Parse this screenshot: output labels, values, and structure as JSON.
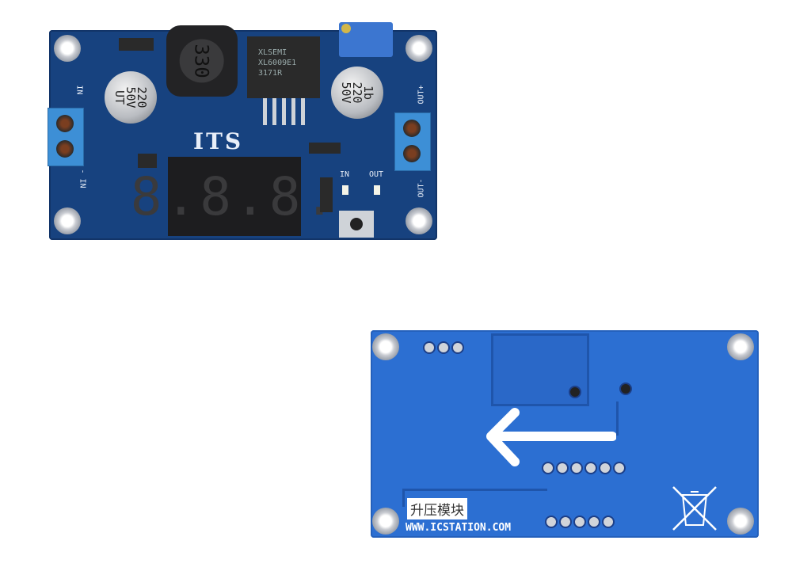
{
  "front": {
    "inductor_label": "330",
    "ic_label": [
      "XLSEMI",
      "XL6009E1",
      "3171R"
    ],
    "cap_left_label": "220 50V UT",
    "cap_right_label": "1b 220 50V",
    "logo": "ITS",
    "display_text": "8.8.8.",
    "led_in_label": "IN",
    "led_out_label": "OUT",
    "in_plus_label": "IN",
    "in_minus_label": "- IN",
    "out_plus_label": "OUT+",
    "out_minus_label": "OUT-"
  },
  "back": {
    "chinese_label": "升压模块",
    "website": "WWW.ICSTATION.COM",
    "recycle_icon": "crossed-bin-icon",
    "arrow_icon": "arrow-left-icon"
  },
  "colors": {
    "front_pcb": "#17427f",
    "back_pcb": "#2c6fd2",
    "terminal": "#3d8fd6"
  }
}
